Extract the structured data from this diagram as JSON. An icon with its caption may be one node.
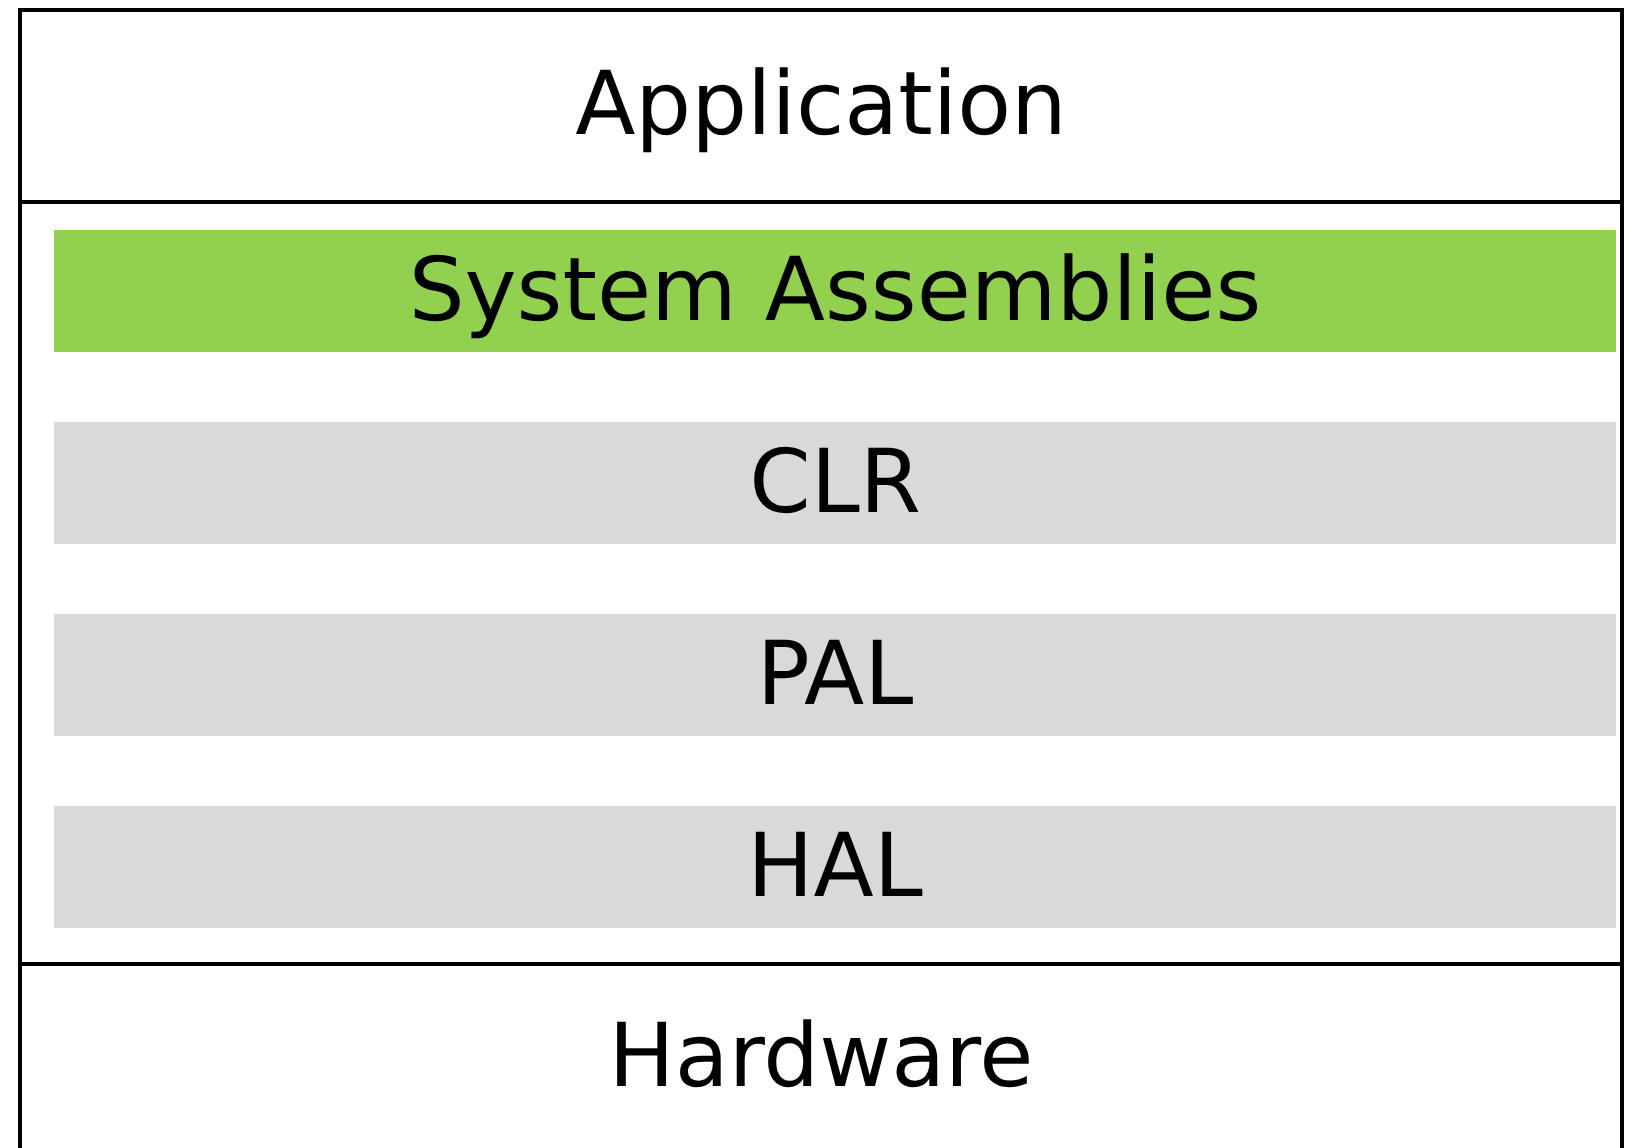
{
  "diagram": {
    "nodes": [
      {
        "text": [
          "Application"
        ]
      },
      {
        "text": [
          "System Assemblies"
        ]
      },
      {
        "text": [
          "CLR"
        ]
      },
      {
        "text": [
          "PAL"
        ]
      },
      {
        "text": [
          "HAL"
        ]
      },
      {
        "text": [
          "Hardware"
        ]
      }
    ]
  }
}
